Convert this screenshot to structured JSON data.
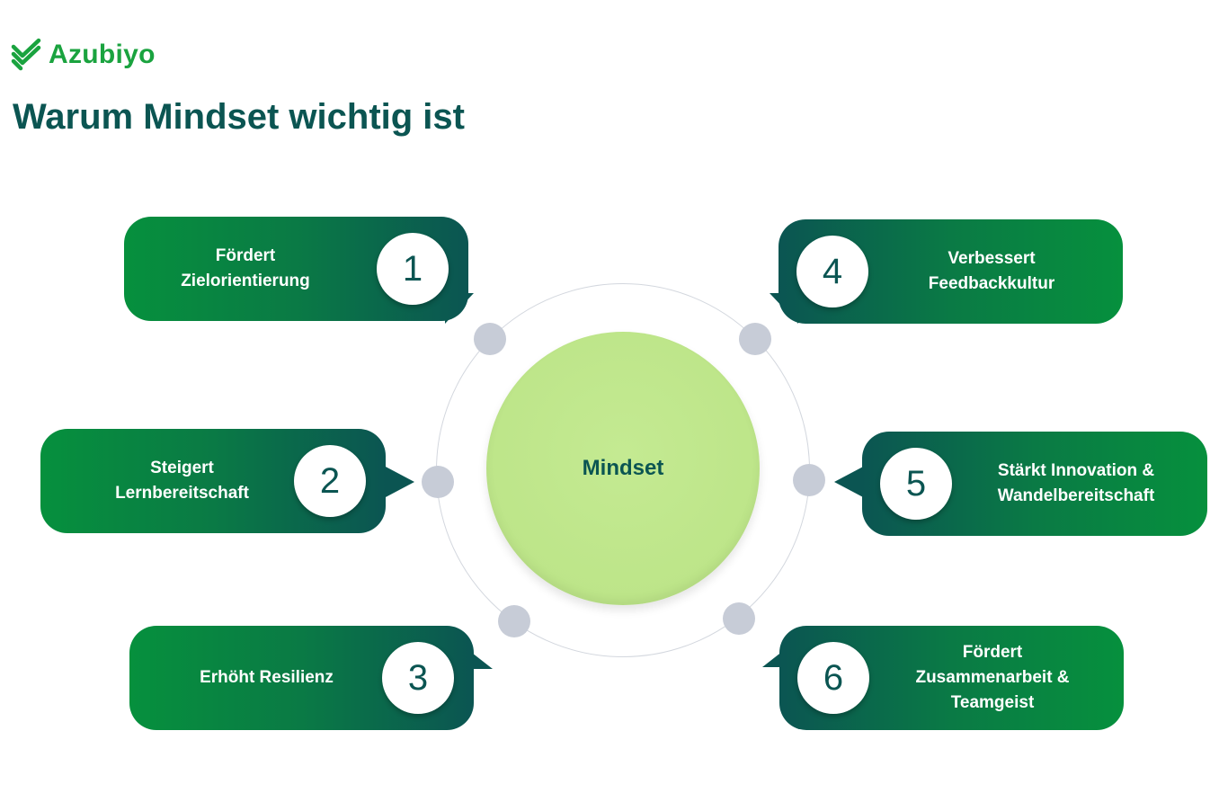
{
  "brand": {
    "name": "Azubiyo",
    "color": "#1aa33f",
    "icon": "azubiyo-chevron-logo"
  },
  "title": "Warum Mindset wichtig ist",
  "center": {
    "label": "Mindset",
    "color": "#bde589"
  },
  "colors": {
    "primary_dark": "#0b5552",
    "primary_green": "#06903d",
    "dot": "#c7ccd7"
  },
  "items": [
    {
      "number": "1",
      "text": "Fördert\nZielorientierung"
    },
    {
      "number": "2",
      "text": "Steigert\nLernbereitschaft"
    },
    {
      "number": "3",
      "text": "Erhöht Resilienz"
    },
    {
      "number": "4",
      "text": "Verbessert\nFeedbackkultur"
    },
    {
      "number": "5",
      "text": "Stärkt Innovation &\nWandelbereitschaft"
    },
    {
      "number": "6",
      "text": "Fördert\nZusammenarbeit &\nTeamgeist"
    }
  ]
}
